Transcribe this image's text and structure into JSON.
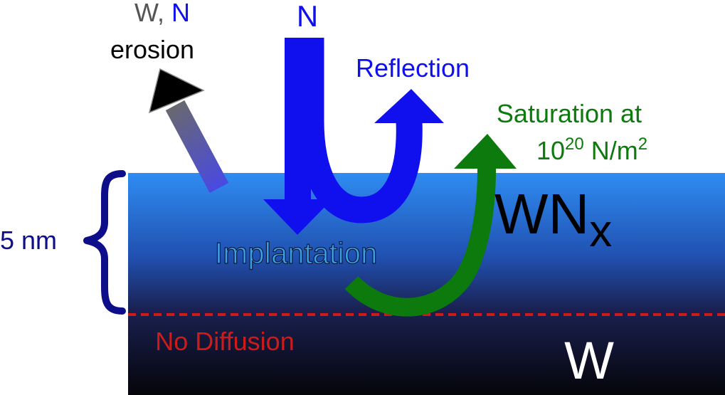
{
  "labels": {
    "erosion_species_w": "W",
    "erosion_comma": ", ",
    "erosion_species_n": "N",
    "erosion": "erosion",
    "incident_ion": "N",
    "reflection": "Reflection",
    "saturation_line1": "Saturation at",
    "saturation_base": "10",
    "saturation_exp": "20",
    "saturation_unit": " N/m",
    "saturation_unit_exp": "2",
    "layer_wnx_base": "WN",
    "layer_wnx_sub": "x",
    "thickness": "5 nm",
    "implantation": "Implantation",
    "no_diffusion": "No Diffusion",
    "substrate": "W"
  },
  "colors": {
    "nitrogen_blue": "#1010ee",
    "saturation_green": "#0d7a0d",
    "diffusion_red": "#cc1b1b",
    "brace_navy": "#0e0e8a",
    "layer_top": "#2f8cf2",
    "substrate_bottom": "#05050a",
    "erosion_gray": "#555555",
    "implantation_fill": "#3aa0e8"
  }
}
